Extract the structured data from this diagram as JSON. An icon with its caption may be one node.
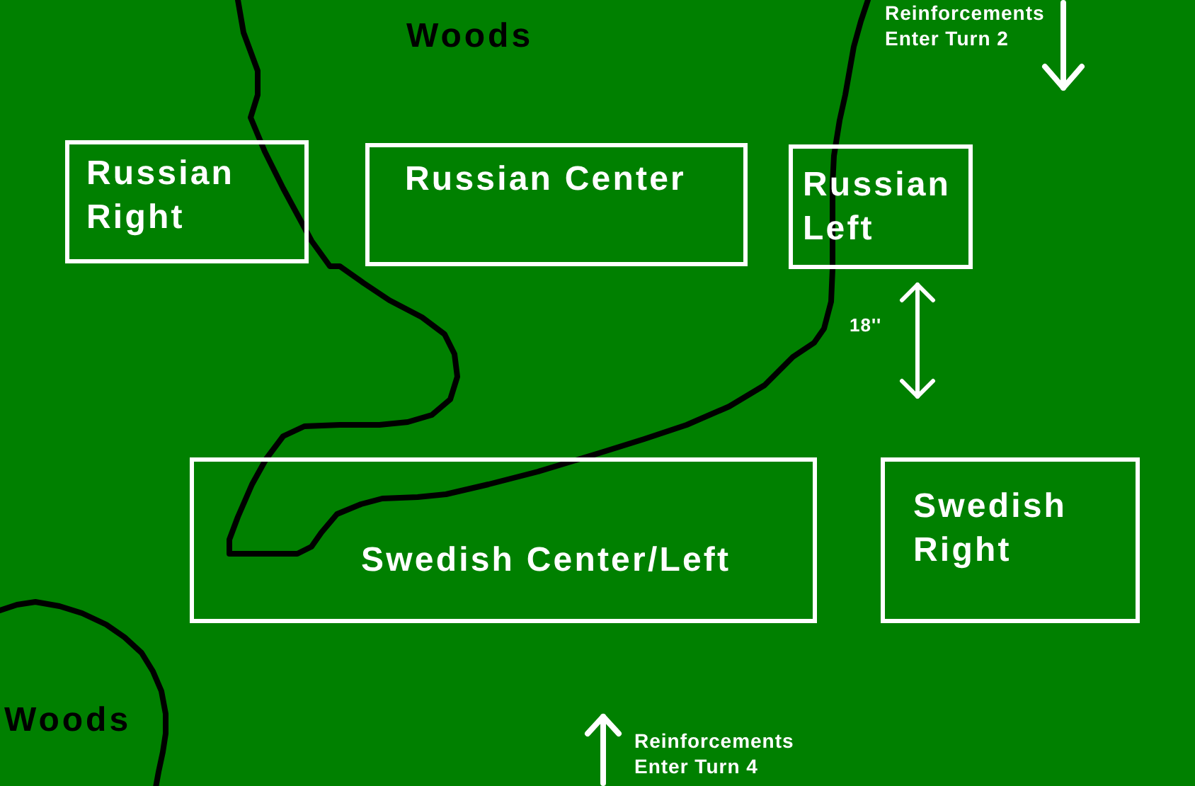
{
  "diagram": {
    "nodes": [
      {
        "text": [
          "Russian Right"
        ]
      },
      {
        "text": [
          "Russian Center"
        ]
      },
      {
        "text": [
          "Russian Left"
        ]
      },
      {
        "text": [
          "Swedish Center/Left"
        ]
      },
      {
        "text": [
          "Swedish Right"
        ]
      }
    ],
    "labels": [
      "Woods",
      "Reinforcements Enter Turn 2",
      "18''",
      "Woods",
      "Reinforcements Enter Turn 4"
    ]
  }
}
